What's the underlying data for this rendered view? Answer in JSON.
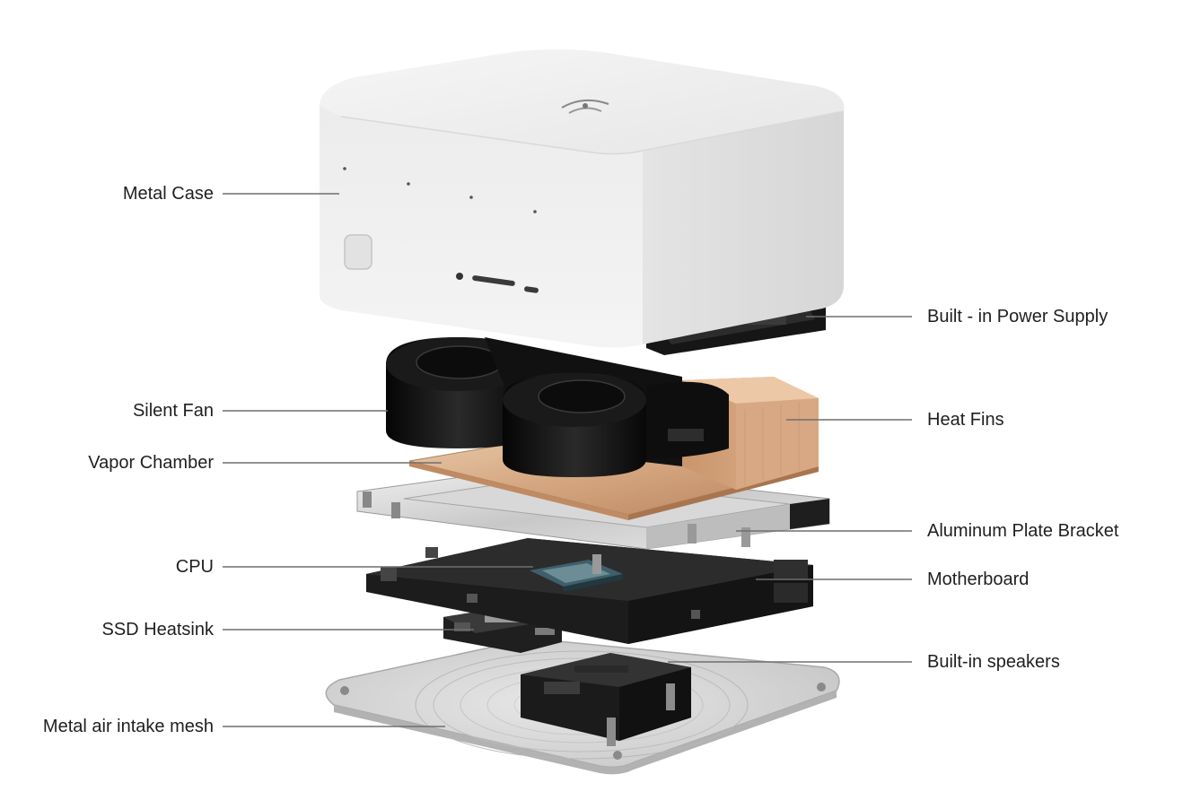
{
  "labels": {
    "metal_case": "Metal Case",
    "silent_fan": "Silent Fan",
    "vapor_chamber": "Vapor Chamber",
    "cpu": "CPU",
    "ssd_heatsink": "SSD Heatsink",
    "air_intake_mesh": "Metal air intake mesh",
    "power_supply": "Built - in Power Supply",
    "heat_fins": "Heat Fins",
    "aluminum_bracket": "Aluminum Plate Bracket",
    "motherboard": "Motherboard",
    "speakers": "Built-in speakers"
  }
}
